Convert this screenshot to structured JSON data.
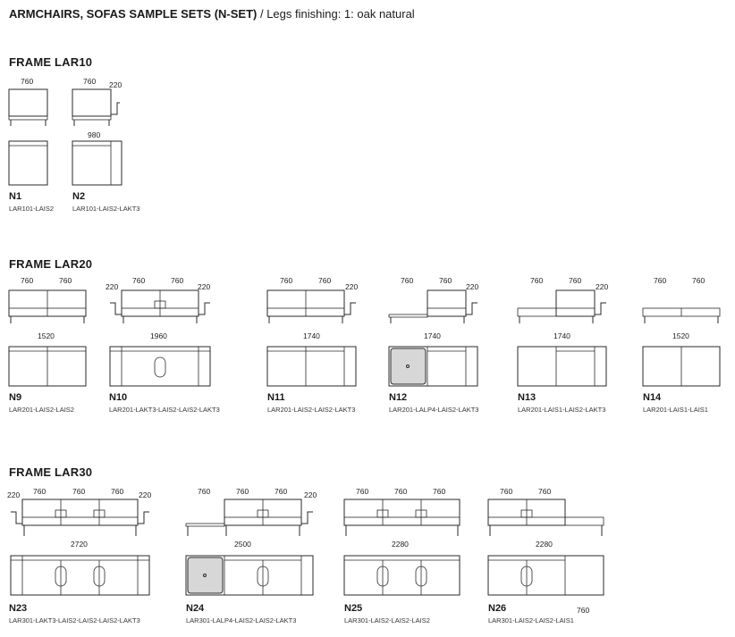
{
  "header": {
    "title_bold": "ARMCHAIRS, SOFAS SAMPLE SETS (N-SET)",
    "separator": " / ",
    "subtitle": "Legs finishing: 1: oak natural"
  },
  "frames": [
    {
      "title": "FRAME LAR10"
    },
    {
      "title": "FRAME LAR20"
    },
    {
      "title": "FRAME LAR30"
    }
  ],
  "items": [
    {
      "model": "N1",
      "code": "LAR101-LAIS2",
      "dims": [
        "760"
      ],
      "width": ""
    },
    {
      "model": "N2",
      "code": "LAR101-LAIS2-LAKT3",
      "dims": [
        "760",
        "220"
      ],
      "width": "980"
    },
    {
      "model": "N9",
      "code": "LAR201-LAIS2-LAIS2",
      "dims": [
        "760",
        "760"
      ],
      "width": "1520"
    },
    {
      "model": "N10",
      "code": "LAR201-LAKT3-LAIS2-LAIS2-LAKT3",
      "dims": [
        "220",
        "760",
        "760",
        "220"
      ],
      "width": "1960"
    },
    {
      "model": "N11",
      "code": "LAR201-LAIS2-LAIS2-LAKT3",
      "dims": [
        "760",
        "760",
        "220"
      ],
      "width": "1740"
    },
    {
      "model": "N12",
      "code": "LAR201-LALP4-LAIS2-LAKT3",
      "dims": [
        "760",
        "760",
        "220"
      ],
      "width": "1740"
    },
    {
      "model": "N13",
      "code": "LAR201-LAIS1-LAIS2-LAKT3",
      "dims": [
        "760",
        "760",
        "220"
      ],
      "width": "1740"
    },
    {
      "model": "N14",
      "code": "LAR201-LAIS1-LAIS1",
      "dims": [
        "760",
        "760"
      ],
      "width": "1520"
    },
    {
      "model": "N23",
      "code": "LAR301-LAKT3-LAIS2-LAIS2-LAIS2-LAKT3",
      "dims": [
        "220",
        "760",
        "760",
        "760",
        "220"
      ],
      "width": "2720"
    },
    {
      "model": "N24",
      "code": "LAR301-LALP4-LAIS2-LAIS2-LAKT3",
      "dims": [
        "760",
        "760",
        "760",
        "220"
      ],
      "width": "2500"
    },
    {
      "model": "N25",
      "code": "LAR301-LAIS2-LAIS2-LAIS2",
      "dims": [
        "760",
        "760",
        "760"
      ],
      "width": "2280"
    },
    {
      "model": "N26",
      "code": "LAR301-LAIS2-LAIS2-LAIS1",
      "dims": [
        "760",
        "760",
        "760"
      ],
      "width": "2280"
    }
  ]
}
